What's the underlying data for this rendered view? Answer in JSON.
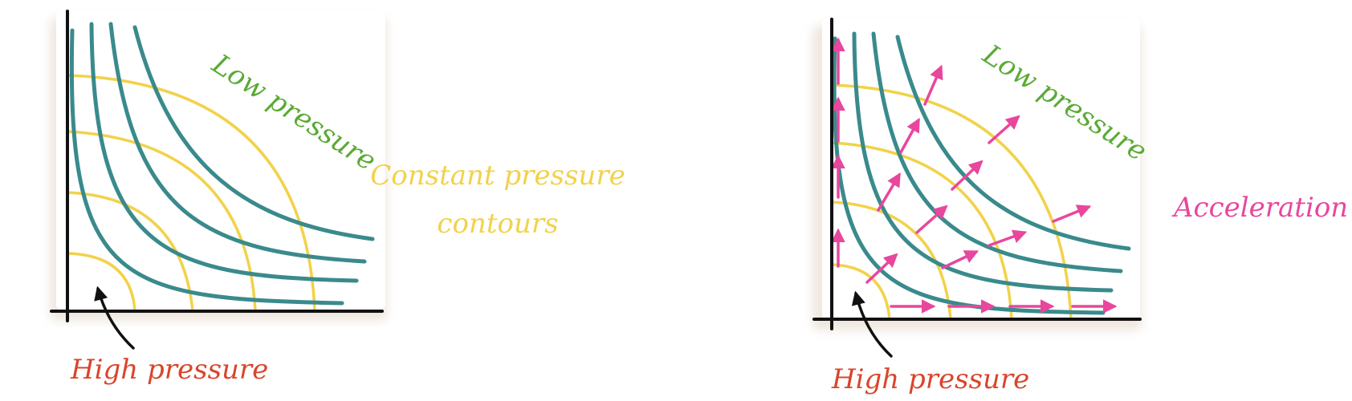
{
  "colors": {
    "streamline": "#3a8a8c",
    "contour": "#f2d24a",
    "axis": "#111111",
    "arrow_pointer": "#111111",
    "low_pressure": "#5aaa34",
    "high_pressure": "#d9452b",
    "contours_label": "#f2d24a",
    "acceleration": "#e8479d",
    "panel_shadow": "#e9dfd4"
  },
  "left_panel": {
    "low_pressure_label": "Low pressure",
    "contours_label_line1": "Constant pressure",
    "contours_label_line2": "contours",
    "high_pressure_label": "High pressure"
  },
  "right_panel": {
    "low_pressure_label": "Low pressure",
    "acceleration_label": "Acceleration",
    "high_pressure_label": "High pressure"
  }
}
